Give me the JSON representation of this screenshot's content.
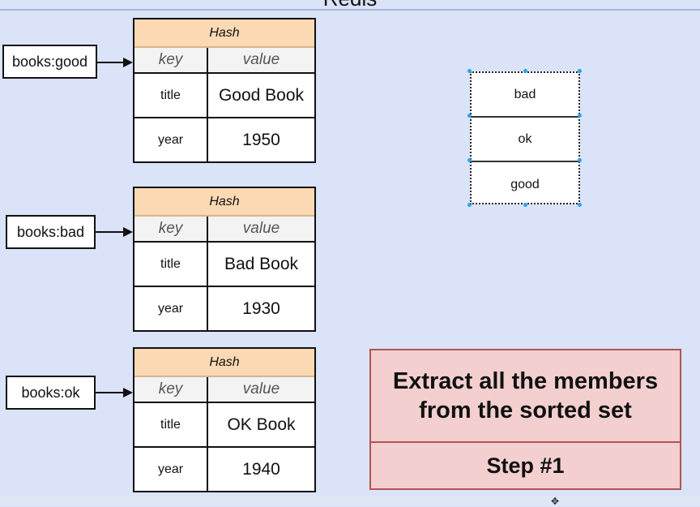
{
  "diagram": {
    "title": "Redis",
    "hashes": [
      {
        "key": "books:good",
        "header": "Hash",
        "col_key": "key",
        "col_value": "value",
        "rows": [
          {
            "key": "title",
            "value": "Good Book"
          },
          {
            "key": "year",
            "value": "1950"
          }
        ]
      },
      {
        "key": "books:bad",
        "header": "Hash",
        "col_key": "key",
        "col_value": "value",
        "rows": [
          {
            "key": "title",
            "value": "Bad Book"
          },
          {
            "key": "year",
            "value": "1930"
          }
        ]
      },
      {
        "key": "books:ok",
        "header": "Hash",
        "col_key": "key",
        "col_value": "value",
        "rows": [
          {
            "key": "title",
            "value": "OK Book"
          },
          {
            "key": "year",
            "value": "1940"
          }
        ]
      }
    ],
    "sorted_set": {
      "members": [
        "bad",
        "ok",
        "good"
      ]
    },
    "step": {
      "text": "Extract all the members from the sorted set",
      "label": "Step #1"
    },
    "colors": {
      "background": "#dae3f7",
      "hash_header": "#fad9b3",
      "step_fill": "#f3cfcf",
      "step_border": "#b25450",
      "selection_handle": "#29a3f0"
    }
  }
}
